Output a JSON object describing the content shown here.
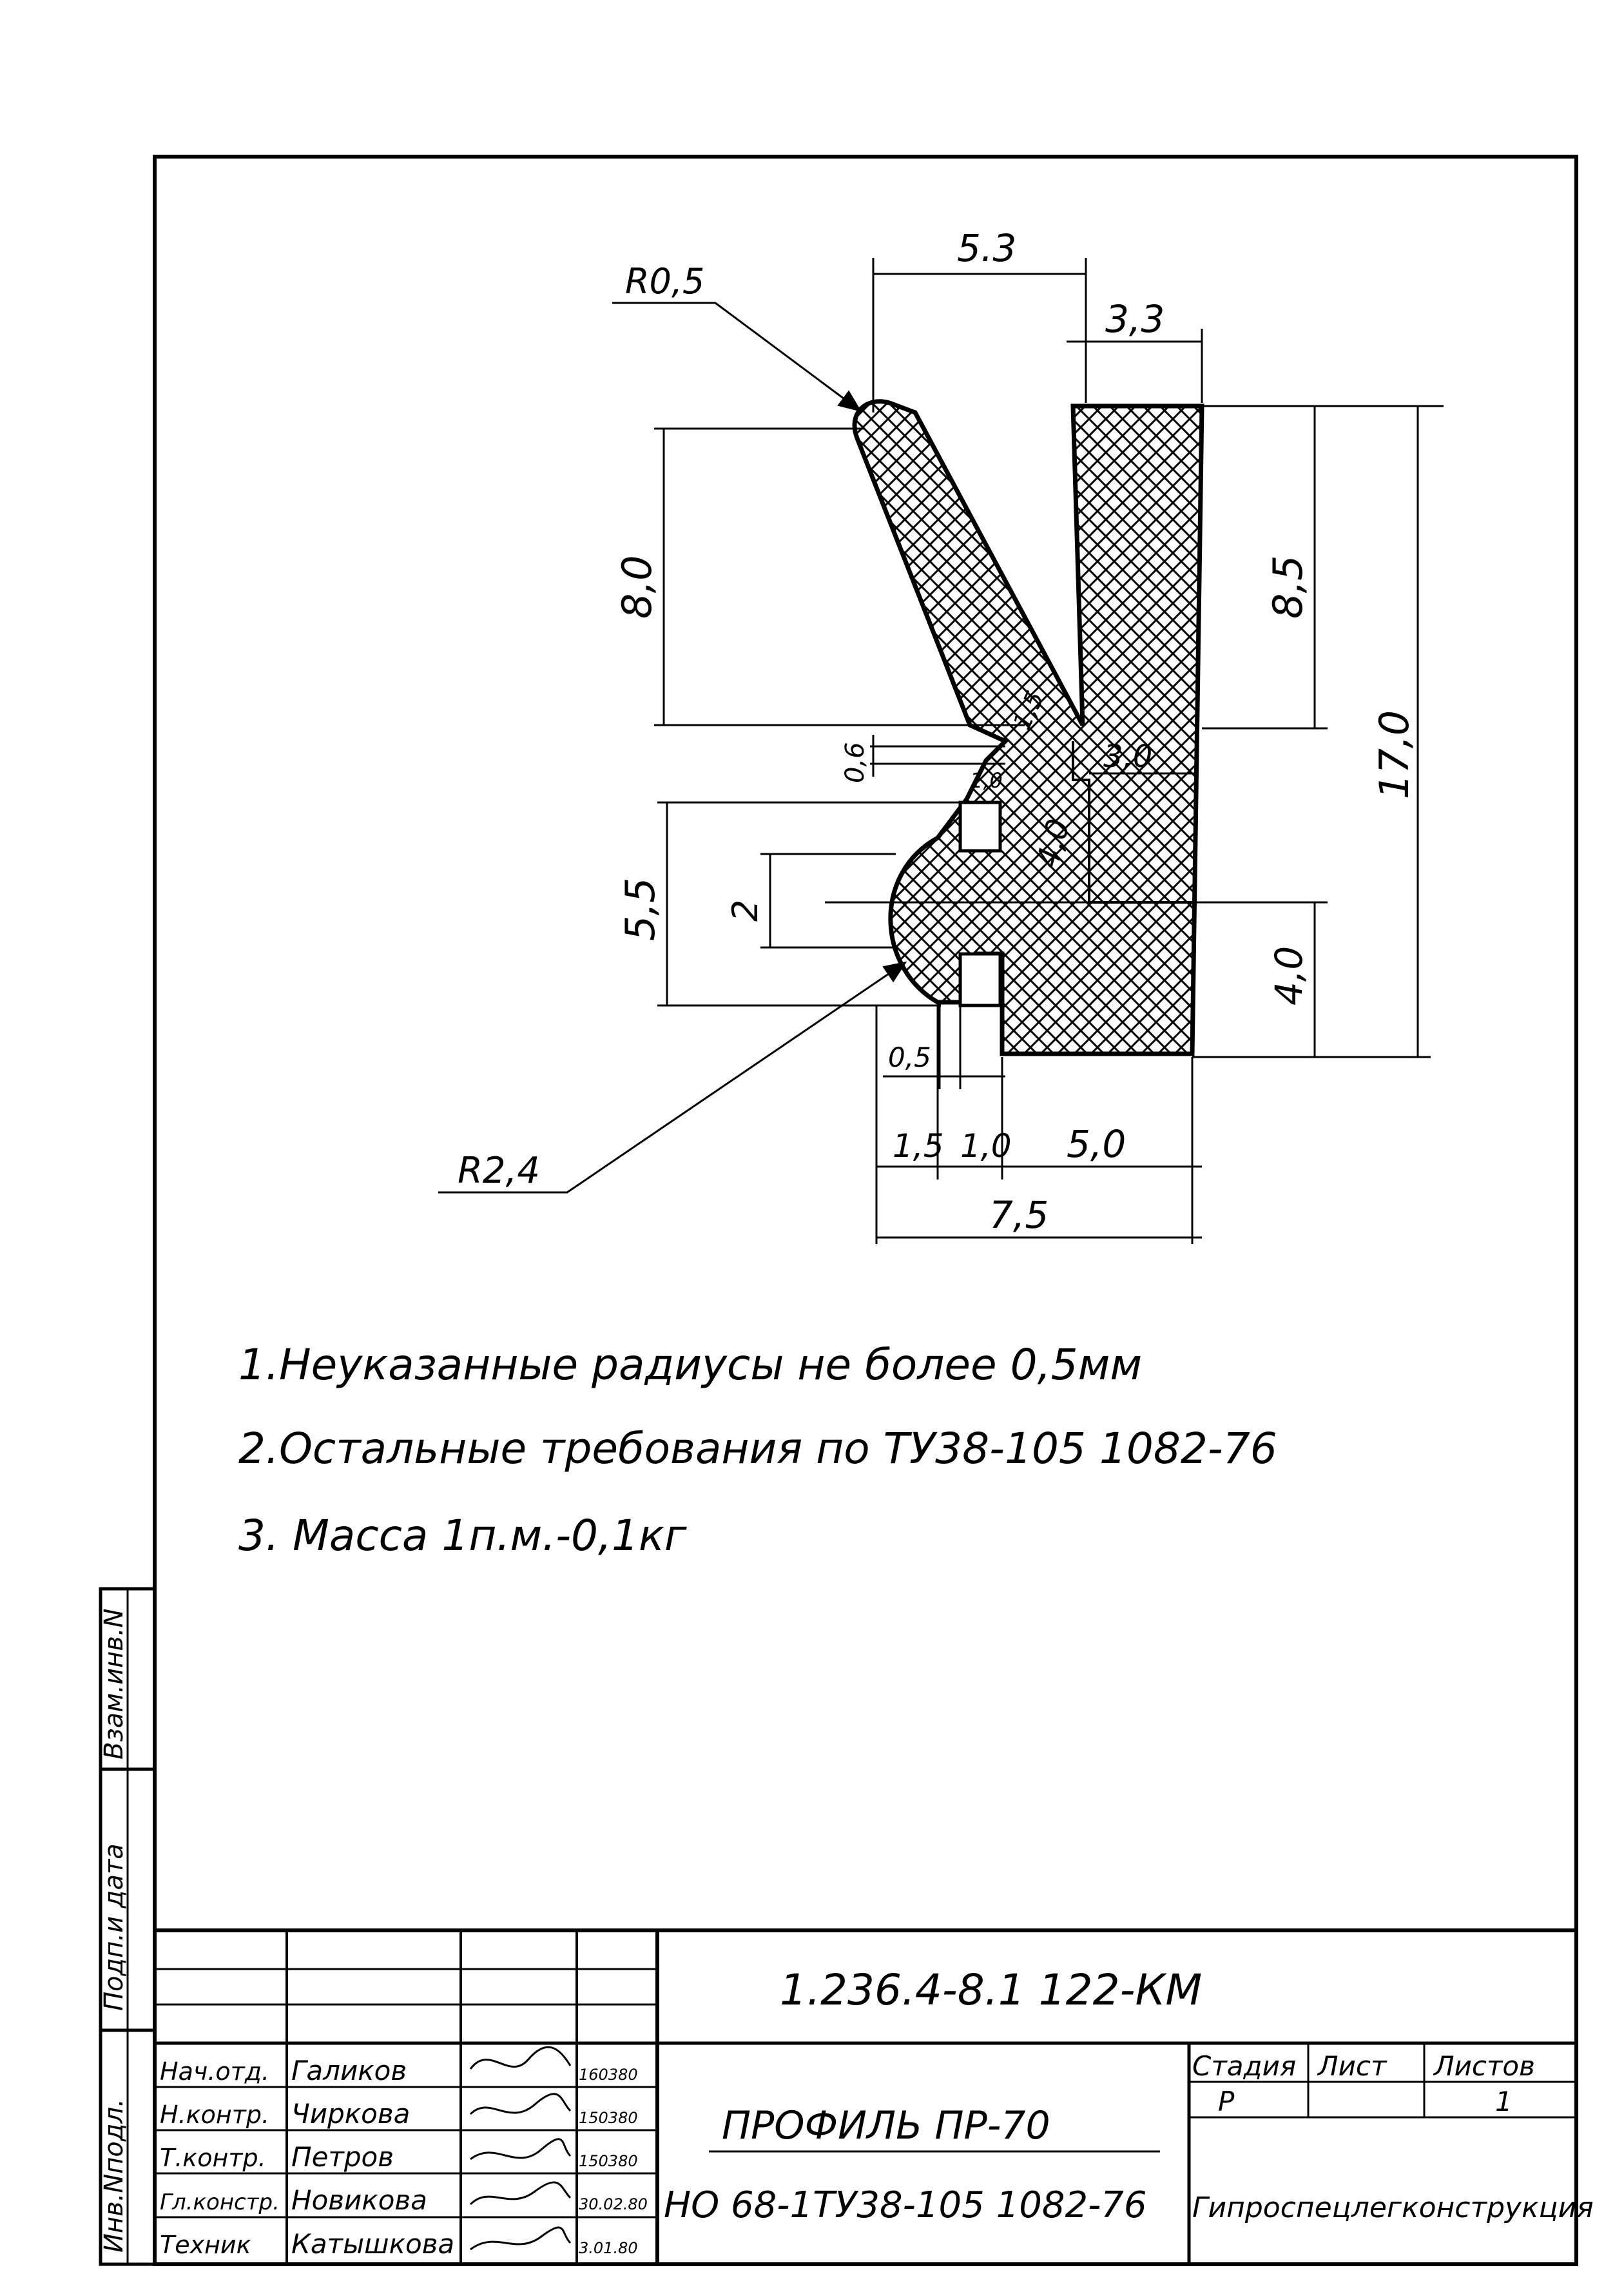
{
  "drawing": {
    "dimensions": {
      "top_width": "5.3",
      "right_top_width": "3,3",
      "fillet_radius_top": "R0,5",
      "left_height_upper": "8,0",
      "right_height_upper": "8,5",
      "right_height_total": "17,0",
      "notch_small": "0,6",
      "notch_width": "1,0",
      "inner_diag": "1,5",
      "inner_width": "3,0",
      "inner_height": "4,0",
      "left_height_lower": "5,5",
      "bulb_height": "2",
      "right_height_lower": "4,0",
      "gap_width": "0,5",
      "bottom_left": "1,5",
      "bottom_mid": "1,0",
      "bottom_right": "5,0",
      "bottom_total": "7,5",
      "fillet_radius_bulb": "R2,4"
    },
    "notes": [
      "1.Неуказанные радиусы не более 0,5мм",
      "2.Остальные  требования по  ТУ38-105 1082-76",
      "3. Масса 1п.м.-0,1кг"
    ]
  },
  "side_stamp": {
    "labels": [
      "Инв.Nподл.",
      "Подп.и дата",
      "Взам.инв.N"
    ]
  },
  "title_block": {
    "doc_code": "1.236.4-8.1  122-КМ",
    "title": "ПРОФИЛЬ  ПР-70",
    "subtitle": "НО 68-1ТУ38-105 1082-76",
    "stage_header": "Стадия",
    "sheet_header": "Лист",
    "sheets_header": "Листов",
    "stage_value": "Р",
    "sheets_value": "1",
    "organization": "Гипроспецлегконструкция",
    "signatures": [
      {
        "role": "Нач.отд.",
        "name": "Галиков",
        "date": "160380"
      },
      {
        "role": "Н.контр.",
        "name": "Чиркова",
        "date": "150380"
      },
      {
        "role": "Т.контр.",
        "name": "Петров",
        "date": "150380"
      },
      {
        "role": "Гл.констр.",
        "name": "Новикова",
        "date": "30.02.80"
      },
      {
        "role": "Техник",
        "name": "Катышкова",
        "date": "3.01.80"
      }
    ]
  }
}
